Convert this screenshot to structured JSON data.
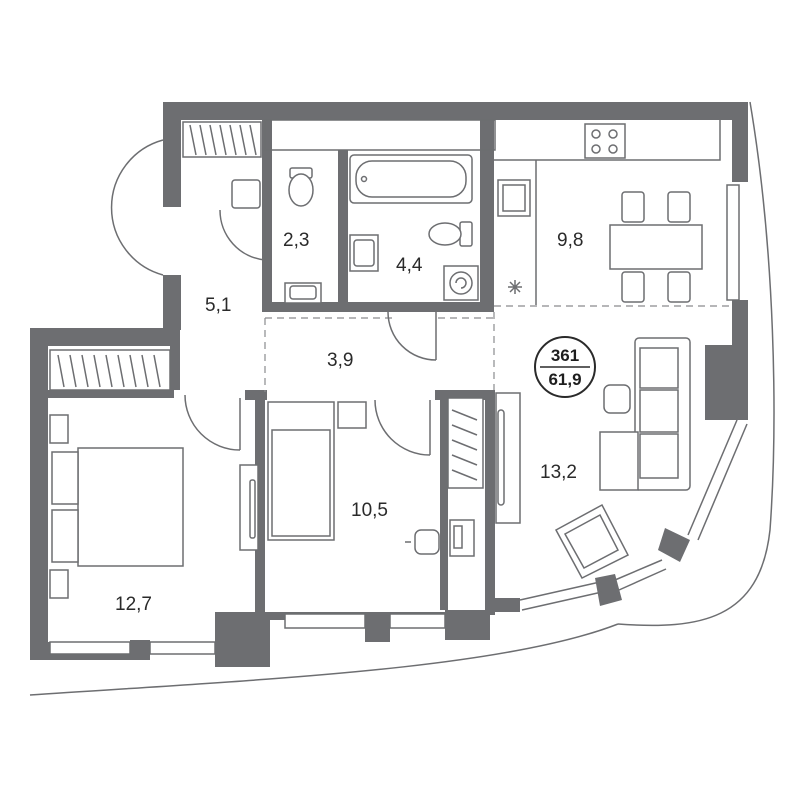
{
  "colors": {
    "wall": "#6d6e71",
    "text": "#2a2a2a",
    "background": "#ffffff"
  },
  "unit": {
    "number": "361",
    "total_area": "61,9"
  },
  "rooms": {
    "toilet": {
      "area": "2,3"
    },
    "bathroom": {
      "area": "4,4"
    },
    "kitchen": {
      "area": "9,8"
    },
    "hall": {
      "area": "5,1"
    },
    "corridor": {
      "area": "3,9"
    },
    "living_room": {
      "area": "13,2"
    },
    "child_bedroom": {
      "area": "10,5"
    },
    "master_bedroom": {
      "area": "12,7"
    }
  },
  "icons": [
    "toilet-icon",
    "bathtub-icon",
    "sink-icon",
    "washing-machine-icon",
    "stove-icon",
    "fridge-icon",
    "bed-icon",
    "sofa-icon",
    "armchair-icon",
    "desk-chair-icon",
    "dining-table-icon"
  ]
}
